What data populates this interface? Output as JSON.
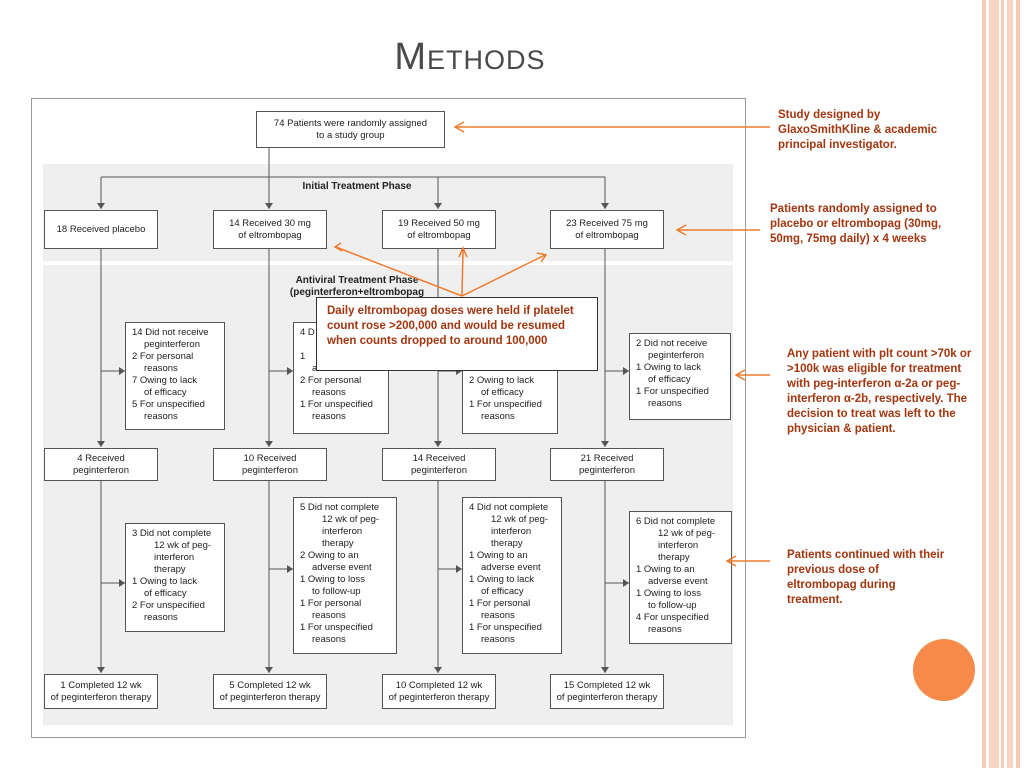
{
  "slide": {
    "title": "Methods",
    "accent_color": "#f58a4b",
    "callout_color": "#a3360f"
  },
  "diagram": {
    "top_box": [
      "74 Patients were randomly assigned",
      "to a study group"
    ],
    "phase1_label": "Initial Treatment Phase",
    "phase2_label": [
      "Antiviral Treatment Phase",
      "(peginterferon+eltrombopag"
    ],
    "arms": [
      {
        "received": [
          "18 Received placebo"
        ],
        "excluded": [
          "14 Did not receive",
          "    peginterferon",
          "2 For personal",
          "    reasons",
          "7 Owing to lack",
          "    of efficacy",
          "5 For unspecified",
          "    reasons"
        ],
        "peg": [
          "4 Received",
          "peginterferon"
        ],
        "not_completed": [
          "3 Did not complete",
          "    12 wk of peg-",
          "    interferon",
          "    therapy",
          "1 Owing to lack",
          "    of efficacy",
          "2 For unspecified",
          "    reasons"
        ],
        "completed": [
          "1 Completed 12 wk",
          "of peginterferon therapy"
        ]
      },
      {
        "received": [
          "14 Received 30 mg",
          "of eltrombopag"
        ],
        "excluded": [
          "4 D",
          "",
          "1",
          "",
          "adverse event",
          "2 For personal",
          "    reasons",
          "1 For unspecified",
          "    reasons"
        ],
        "peg": [
          "10 Received",
          "peginterferon"
        ],
        "not_completed": [
          "5 Did not complete",
          "    12 wk of peg-",
          "    interferon",
          "    therapy",
          "2 Owing to an",
          "    adverse event",
          "1 Owing to loss",
          "    to follow-up",
          "1 For personal",
          "    reasons",
          "1 For unspecified",
          "    reasons"
        ],
        "completed": [
          "5 Completed 12 wk",
          "of peginterferon therapy"
        ]
      },
      {
        "received": [
          "19 Received 50 mg",
          "of eltrombopag"
        ],
        "excluded": [
          "reasons",
          "2 Owing to lack",
          "    of efficacy",
          "1 For unspecified",
          "    reasons"
        ],
        "peg": [
          "14 Received",
          "peginterferon"
        ],
        "not_completed": [
          "4 Did not complete",
          "    12 wk of peg-",
          "    interferon",
          "    therapy",
          "1 Owing to an",
          "    adverse event",
          "1 Owing to lack",
          "    of efficacy",
          "1 For personal",
          "    reasons",
          "1 For unspecified",
          "    reasons"
        ],
        "completed": [
          "10 Completed 12 wk",
          "of peginterferon therapy"
        ]
      },
      {
        "received": [
          "23 Received 75 mg",
          "of eltrombopag"
        ],
        "excluded": [
          "2 Did not receive",
          "    peginterferon",
          "1 Owing to lack",
          "    of efficacy",
          "1 For unspecified",
          "    reasons"
        ],
        "peg": [
          "21 Received",
          "peginterferon"
        ],
        "not_completed": [
          "6 Did not complete",
          "    12 wk of peg-",
          "    interferon",
          "    therapy",
          "1 Owing to an",
          "    adverse event",
          "1 Owing to loss",
          "    to follow-up",
          "4 For unspecified",
          "    reasons"
        ],
        "completed": [
          "15 Completed 12 wk",
          "of peginterferon therapy"
        ]
      }
    ]
  },
  "callouts": {
    "study_design": "Study designed by GlaxoSmithKline & academic principal investigator.",
    "randomized": "Patients randomly assigned to placebo or eltrombopag (30mg, 50mg, 75mg daily) x 4 weeks",
    "doses_held": "Daily eltrombopag doses were held if platelet count rose >200,000 and would be resumed when counts dropped to around 100,000",
    "eligibility": "Any patient with plt  count >70k or >100k was eligible for treatment with peg-interferon α-2a or peg-interferon α-2b, respectively.  The decision to treat was left to the physician & patient.",
    "continued": "Patients continued with their previous dose of eltrombopag during treatment."
  }
}
